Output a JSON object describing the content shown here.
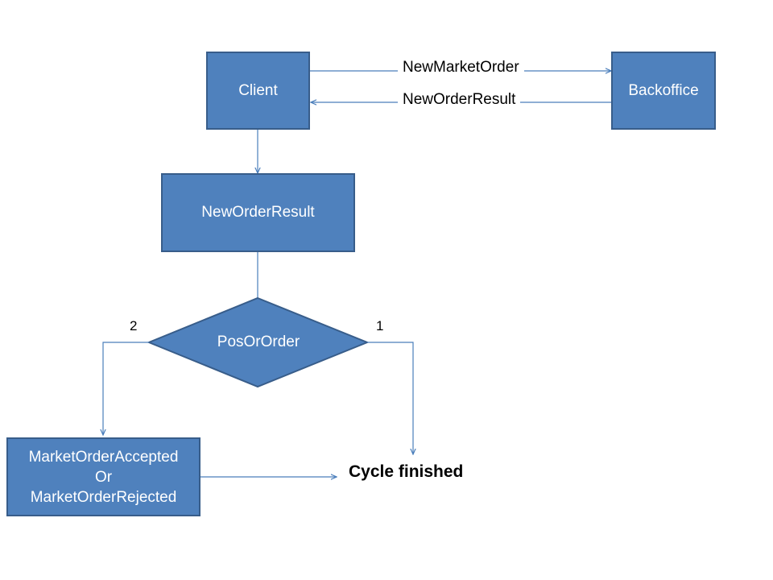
{
  "nodes": {
    "client": "Client",
    "backoffice": "Backoffice",
    "new_order_result": "NewOrderResult",
    "decision": "PosOrOrder",
    "market_order_lines": [
      "MarketOrderAccepted",
      "Or",
      "MarketOrderRejected"
    ],
    "end": "Cycle finished"
  },
  "edges": {
    "request_label": "NewMarketOrder",
    "response_label": "NewOrderResult",
    "branch_left": "2",
    "branch_right": "1"
  },
  "colors": {
    "box_fill": "#4f81bd",
    "box_border": "#385d8a",
    "connector": "#4a7ebb"
  }
}
